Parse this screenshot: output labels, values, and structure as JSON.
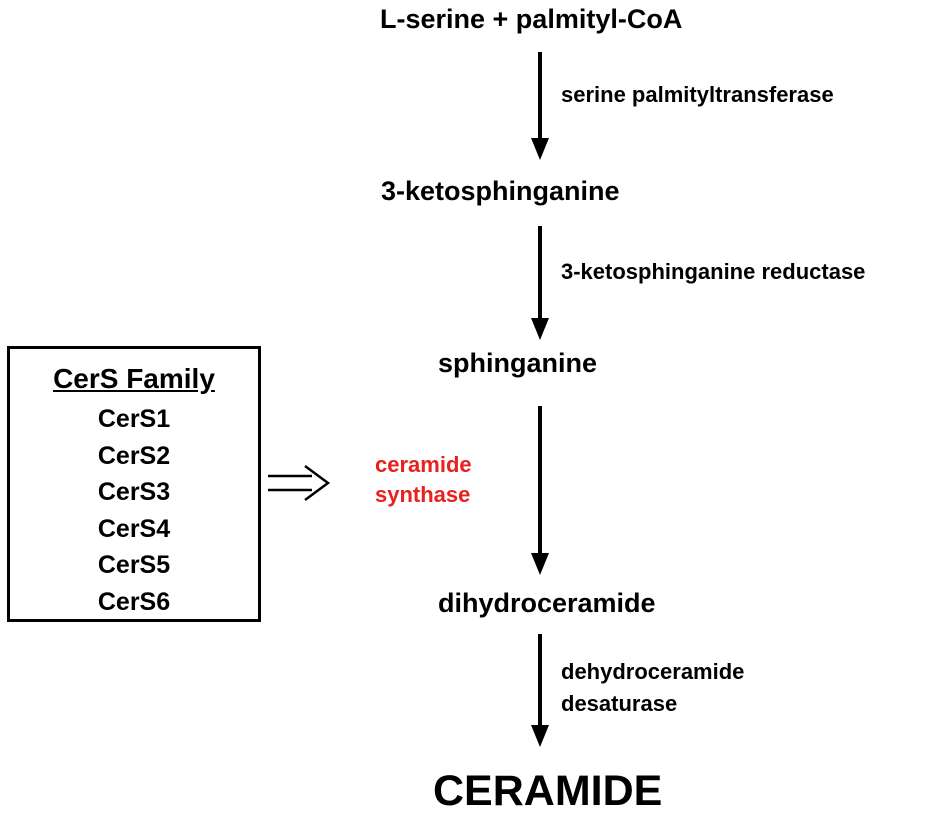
{
  "nodes": {
    "substrate": "L-serine + palmityl-CoA",
    "step1": "3-ketosphinganine",
    "step2": "sphinganine",
    "step3": "dihydroceramide",
    "product": "CERAMIDE"
  },
  "enzymes": {
    "spt": "serine palmityltransferase",
    "ksr": "3-ketosphinganine reductase",
    "cers_line1": "ceramide",
    "cers_line2": "synthase",
    "des_line1": "dehydroceramide",
    "des_line2": "desaturase"
  },
  "family": {
    "title": "CerS Family",
    "members": [
      "CerS1",
      "CerS2",
      "CerS3",
      "CerS4",
      "CerS5",
      "CerS6"
    ]
  },
  "colors": {
    "highlight": "#e8201e",
    "text": "#000000"
  }
}
